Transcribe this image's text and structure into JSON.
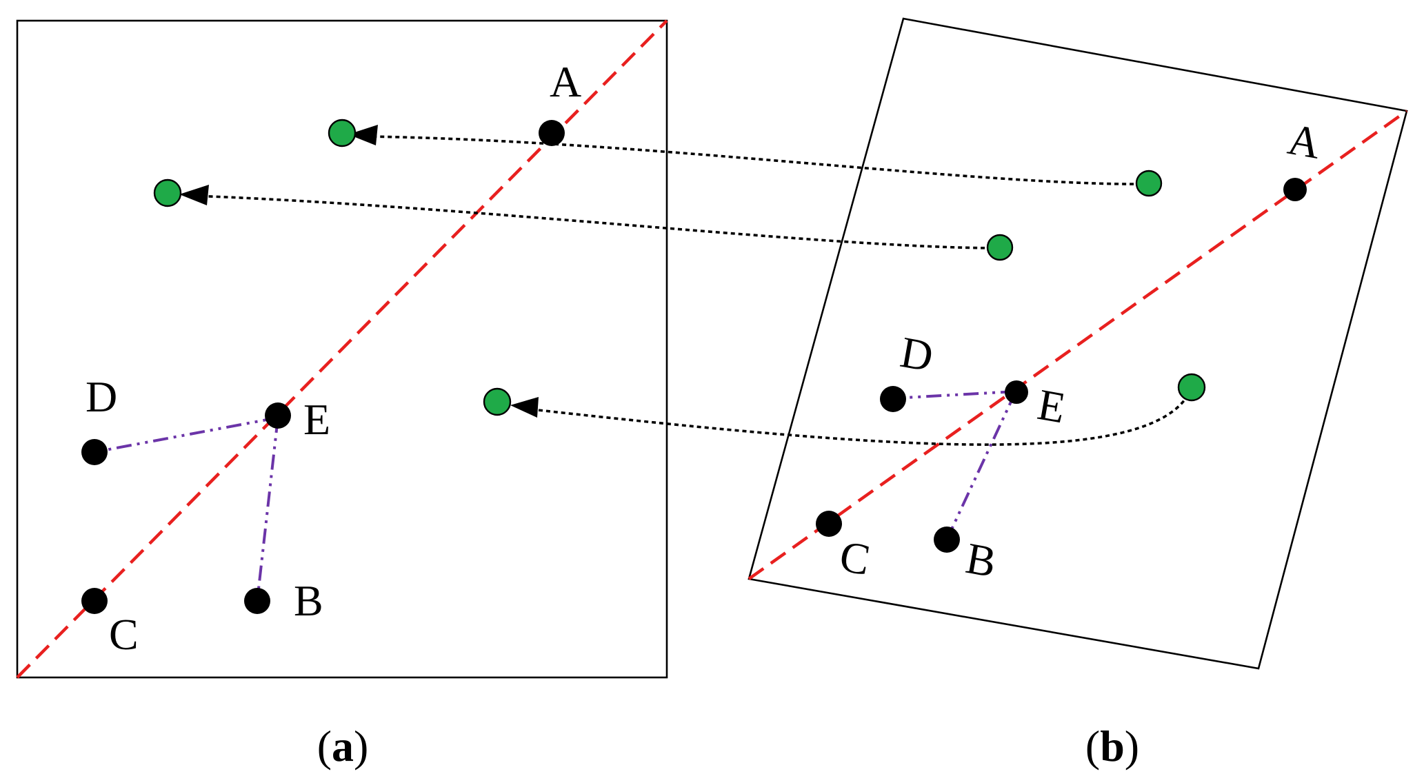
{
  "colors": {
    "frame": "#000000",
    "reference_line": "#e8201f",
    "point": "#000000",
    "spoke": "#6b34a8",
    "feature": "#1faa48",
    "track": "#000000"
  },
  "panel_a": {
    "caption": {
      "open": "(",
      "letter": "a",
      "close": ")"
    },
    "labels": {
      "A": "A",
      "B": "B",
      "C": "C",
      "D": "D",
      "E": "E"
    }
  },
  "panel_b": {
    "caption": {
      "open": "(",
      "letter": "b",
      "close": ")"
    },
    "labels": {
      "A": "A",
      "B": "B",
      "C": "C",
      "D": "D",
      "E": "E"
    }
  }
}
